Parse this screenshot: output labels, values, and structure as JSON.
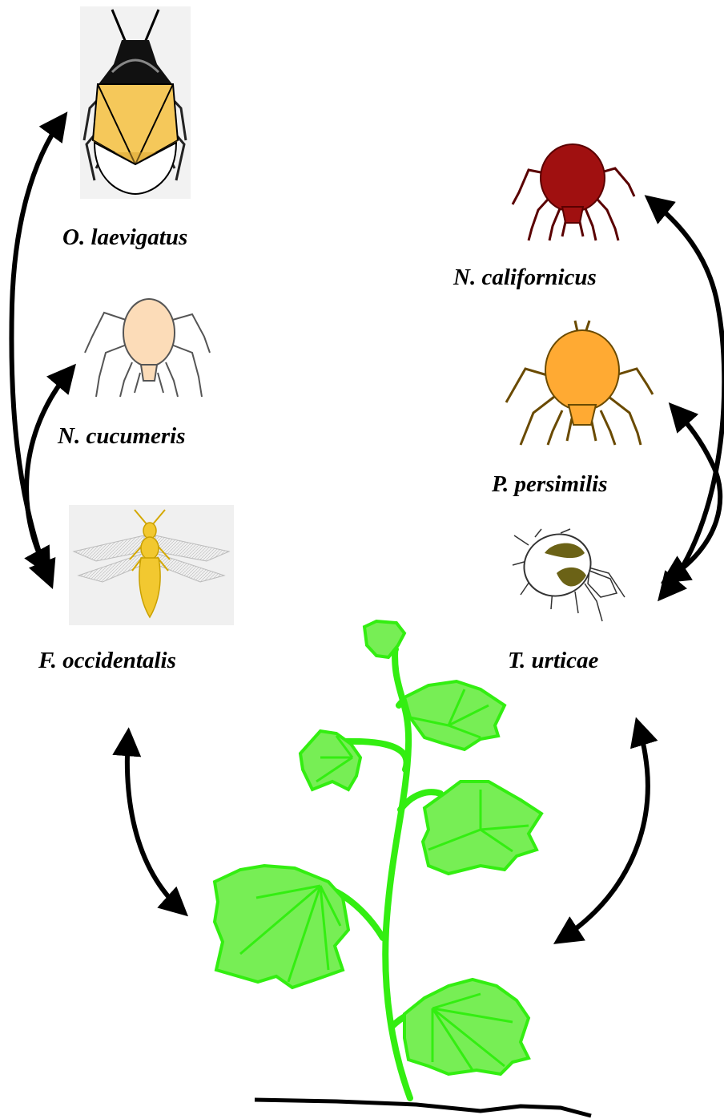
{
  "species": {
    "o_laevigatus": "O.  laevigatus",
    "n_cucumeris": "N. cucumeris",
    "f_occidentalis": "F. occidentalis",
    "n_californicus": "N. californicus",
    "p_persimilis": "P. persimilis",
    "t_urticae": "T. urticae"
  },
  "colors": {
    "plant_fill": "#77ee55",
    "plant_stroke": "#33ee11",
    "n_californicus_body": "#a01010",
    "p_persimilis_body": "#ffaa33",
    "n_cucumeris_body": "#fcdcb8",
    "f_occidentalis_body": "#f2c830",
    "o_laevigatus_wings": "#f5c85a",
    "t_urticae_marks": "#6b6216",
    "arrow": "#000000"
  }
}
